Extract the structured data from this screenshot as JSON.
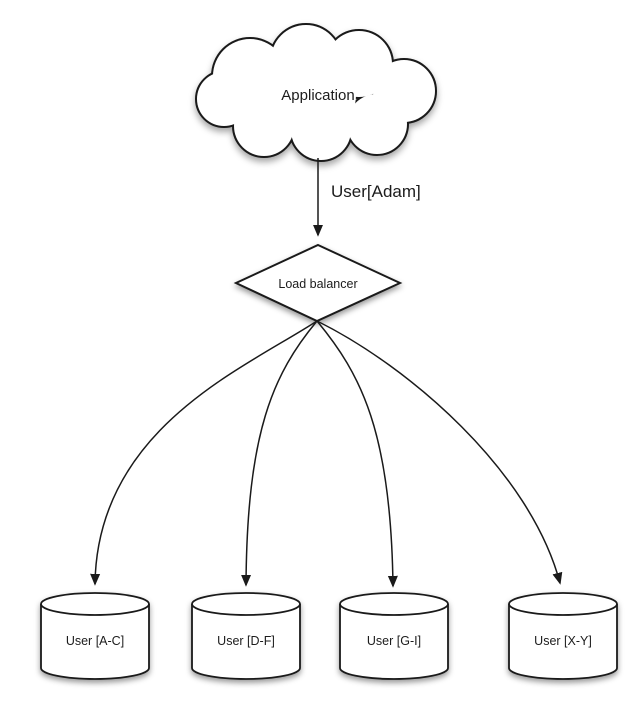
{
  "diagram": {
    "nodes": {
      "application": {
        "label": "Application",
        "shape": "cloud"
      },
      "load_balancer": {
        "label": "Load balancer",
        "shape": "diamond"
      },
      "shards": [
        {
          "label": "User [A-C]",
          "shape": "cylinder"
        },
        {
          "label": "User [D-F]",
          "shape": "cylinder"
        },
        {
          "label": "User [G-I]",
          "shape": "cylinder"
        },
        {
          "label": "User [X-Y]",
          "shape": "cylinder"
        }
      ]
    },
    "edges": {
      "request": {
        "from": "Application",
        "to": "Load balancer",
        "label": "User[Adam]"
      },
      "routes": [
        {
          "from": "Load balancer",
          "to": "User [A-C]"
        },
        {
          "from": "Load balancer",
          "to": "User [D-F]"
        },
        {
          "from": "Load balancer",
          "to": "User [G-I]"
        },
        {
          "from": "Load balancer",
          "to": "User [X-Y]"
        }
      ]
    },
    "colors": {
      "background": "#ffffff",
      "shape_fill": "#ffffff",
      "stroke": "#1a1a1a",
      "text": "#1c1c1c",
      "shadow": "rgba(0,0,0,0.40)"
    }
  }
}
